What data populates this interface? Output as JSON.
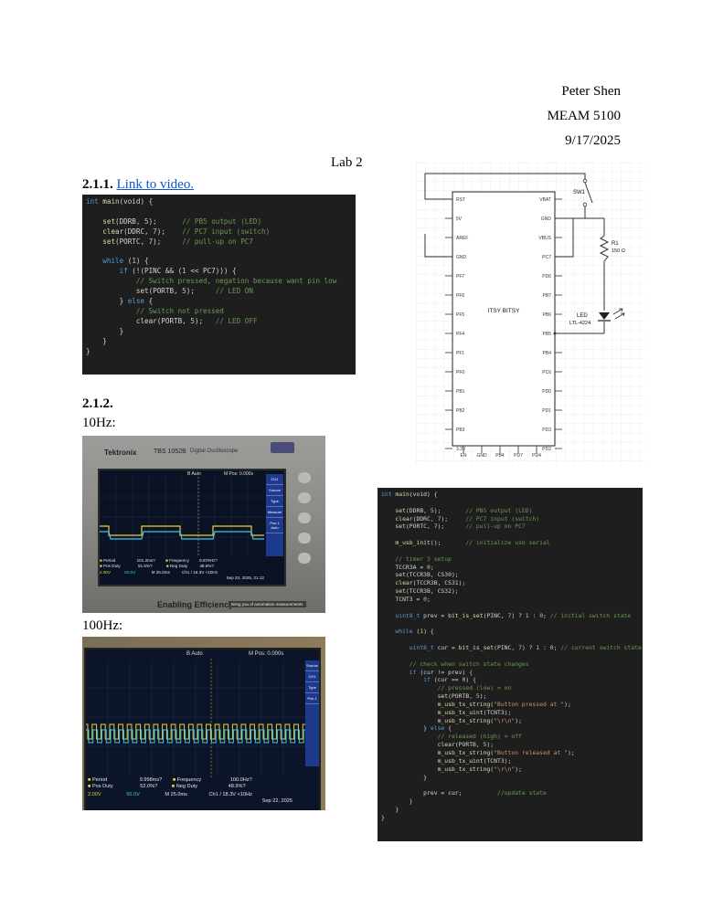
{
  "header": {
    "name": "Peter Shen",
    "course": "MEAM 5100",
    "date": "9/17/2025",
    "title": "Lab 2"
  },
  "section1": {
    "number": "2.1.1.",
    "link_text": "Link to video."
  },
  "section2": {
    "number": "2.1.2.",
    "label_10hz": "10Hz:",
    "label_100hz": "100Hz:"
  },
  "code1": [
    "int main(void) {",
    "",
    "    set(DDRB, 5);      // PB5 output (LED)",
    "    clear(DDRC, 7);    // PC7 input (switch)",
    "    set(PORTC, 7);     // pull-up on PC7",
    "",
    "    while (1) {",
    "        if (!(PINC && (1 << PC7))) {",
    "            // Switch pressed, negation because want pin low",
    "            set(PORTB, 5);     // LED ON",
    "        } else {",
    "            // Switch not pressed",
    "            clear(PORTB, 5);   // LED OFF",
    "        }",
    "    }",
    "}"
  ],
  "code2": [
    "int main(void) {",
    "",
    "    set(DDRB, 5);       // PB5 output (LED)",
    "    clear(DDRC, 7);     // PC7 input (switch)",
    "    set(PORTC, 7);      // pull-up on PC7",
    "",
    "    m_usb_init();       // initialize usb serial",
    "",
    "    // timer 3 setup",
    "    TCCR3A = 0;",
    "    set(TCCR3B, CS30);",
    "    clear(TCCR3B, CS31);",
    "    set(TCCR3B, CS32);",
    "    TCNT3 = 0;",
    "",
    "    uint8_t prev = bit_is_set(PINC, 7) ? 1 : 0; // initial switch state",
    "",
    "    while (1) {",
    "",
    "        uint8_t cur = bit_is_set(PINC, 7) ? 1 : 0; // current switch state",
    "",
    "        // check when switch state changes",
    "        if (cur != prev) {",
    "            if (cur == 0) {",
    "                // pressed (low) = on",
    "                set(PORTB, 5);",
    "                m_usb_tx_string(\"Button pressed at \");",
    "                m_usb_tx_uint(TCNT3);",
    "                m_usb_tx_string(\"\\r\\n\");",
    "            } else {",
    "                // released (high) = off",
    "                clear(PORTB, 5);",
    "                m_usb_tx_string(\"Button released at \");",
    "                m_usb_tx_uint(TCNT3);",
    "                m_usb_tx_string(\"\\r\\n\");",
    "            }",
    "",
    "            prev = cur;          //update state",
    "        }",
    "    }",
    "}"
  ],
  "schematic": {
    "chip_name": "ITSY BITSY",
    "left_pins": [
      "RST",
      "5V",
      "AREF",
      "GND",
      "PF7",
      "PF6",
      "PF5",
      "PF4",
      "PF1",
      "PF0",
      "PB1",
      "PB2",
      "PB3",
      "3.3V"
    ],
    "right_pins": [
      "VBAT",
      "GND",
      "VBUS",
      "PC7",
      "PD6",
      "PB7",
      "PB6",
      "PB5",
      "PB4",
      "PC6",
      "PD0",
      "PD1",
      "PD3",
      "PD2"
    ],
    "bottom_pins": [
      "EN",
      "GND",
      "PB4",
      "PD7",
      "PD4"
    ],
    "switch_label": "SW1",
    "resistor_label": "R1",
    "resistor_value": "150 Ω",
    "led_label": "LED",
    "led_part": "LTL-4224"
  },
  "scope10": {
    "brand": "Tektronix",
    "model": "TBS 1052B",
    "model_desc": "Digital Oscilloscope",
    "top_status": "B Auto",
    "top_pos": "M Pos: 0.000s",
    "period_label": "Period",
    "period_value": "101.2ms?",
    "posduty_label": "Pos Duty",
    "posduty_value": "51.5%?",
    "freq_label": "Frequency",
    "freq_value": "9.879Hz?",
    "negduty_label": "Neg Duty",
    "negduty_value": "48.5%?",
    "ch1_scale": "2.00V",
    "ch2_scale": "50.0V",
    "timebase": "M 25.0ms",
    "trigger": "Ch1 / 18.3V",
    "trigfreq": "<10Hz",
    "timestamp": "Sep 22, 2025, 21:12",
    "footer": "Enabling Efficiency",
    "footer_small": "Bring you of automation measurements",
    "side_menu": [
      "CH1",
      "Source",
      "Type",
      "Measure",
      "Pos 1 Auto"
    ]
  },
  "scope100": {
    "top_status": "B Auto",
    "top_pos": "M Pos: 0.000s",
    "period_label": "Period",
    "period_value": "9.998ms?",
    "posduty_label": "Pos Duty",
    "posduty_value": "52.0%?",
    "freq_label": "Frequency",
    "freq_value": "100.0Hz?",
    "negduty_label": "Neg Duty",
    "negduty_value": "48.9%?",
    "ch1_scale": "2.00V",
    "ch2_scale": "50.0V",
    "timebase": "M 25.0ms",
    "trigger": "Ch1 / 18.3V",
    "trigfreq": "<10Hz",
    "timestamp": "Sep 22, 2025",
    "side_menu": [
      "Source",
      "CH1",
      "Type",
      "Pos 1"
    ]
  },
  "colors": {
    "ch1": "#e8d23a",
    "ch2": "#3fc6e8",
    "link": "#1155cc"
  }
}
